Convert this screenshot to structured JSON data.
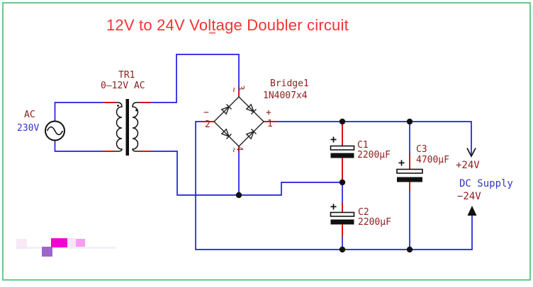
{
  "page": {
    "border_color": "#67cb88",
    "background": "#ffffff"
  },
  "title": {
    "text": "12V to 24V Voltage Doubler circuit",
    "color": "#ef3434"
  },
  "components": {
    "ac_source": {
      "ref": "AC",
      "value": "230V"
    },
    "transformer": {
      "ref": "TR1",
      "value": "0–12V AC"
    },
    "bridge": {
      "ref": "Bridge1",
      "value": "1N4007x4",
      "pin1": "1",
      "pin2": "2",
      "pin3": "3",
      "pin4": "4",
      "plus_mark": "+",
      "minus_mark": "−",
      "ac_mark": "~"
    },
    "c1": {
      "ref": "C1",
      "value": "2200µF",
      "polarity_mark": "+"
    },
    "c2": {
      "ref": "C2",
      "value": "2200µF",
      "polarity_mark": "+"
    },
    "c3": {
      "ref": "C3",
      "value": "4700µF",
      "polarity_mark": "+"
    }
  },
  "outputs": {
    "positive_label": "+24V",
    "supply_label": "DC Supply",
    "negative_label": "−24V"
  },
  "colors": {
    "wire_blue": "#1e1ee0",
    "pin_red": "#d41414",
    "label_dark_red": "#8c1d1d",
    "label_blue": "#3434c8",
    "symbol_black": "#111111"
  }
}
